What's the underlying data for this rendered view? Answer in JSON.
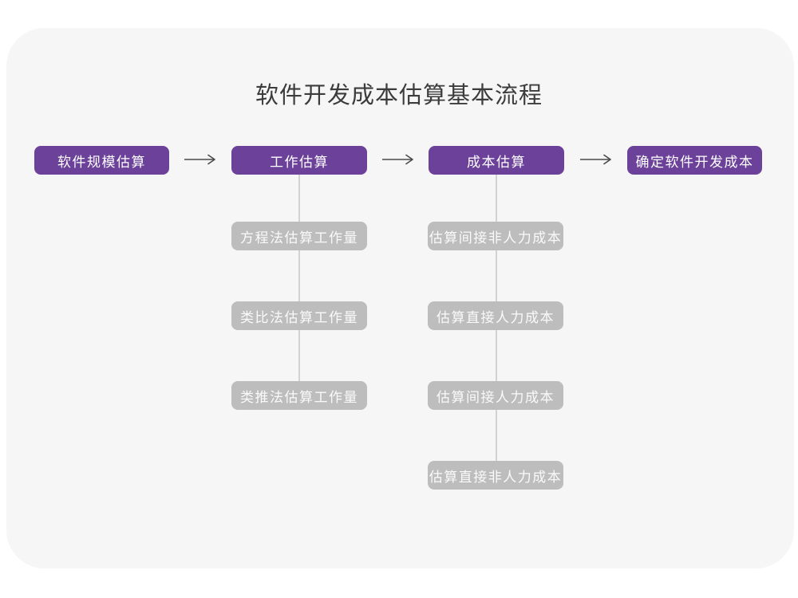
{
  "title": "软件开发成本估算基本流程",
  "colors": {
    "accent_purple": "#6b4199",
    "sub_step_gray": "#bdbdbd",
    "card_background": "#f6f6f7",
    "arrow_stroke": "#4a4a4a",
    "connector_line": "#d2d2d2",
    "title_text": "#3c3c3c",
    "node_text": "#ffffff"
  },
  "flow": {
    "main_steps": [
      "软件规模估算",
      "工作估算",
      "成本估算",
      "确定软件开发成本"
    ],
    "work_sub_steps": [
      "方程法估算工作量",
      "类比法估算工作量",
      "类推法估算工作量"
    ],
    "cost_sub_steps": [
      "估算间接非人力成本",
      "估算直接人力成本",
      "估算间接人力成本",
      "估算直接非人力成本"
    ]
  }
}
